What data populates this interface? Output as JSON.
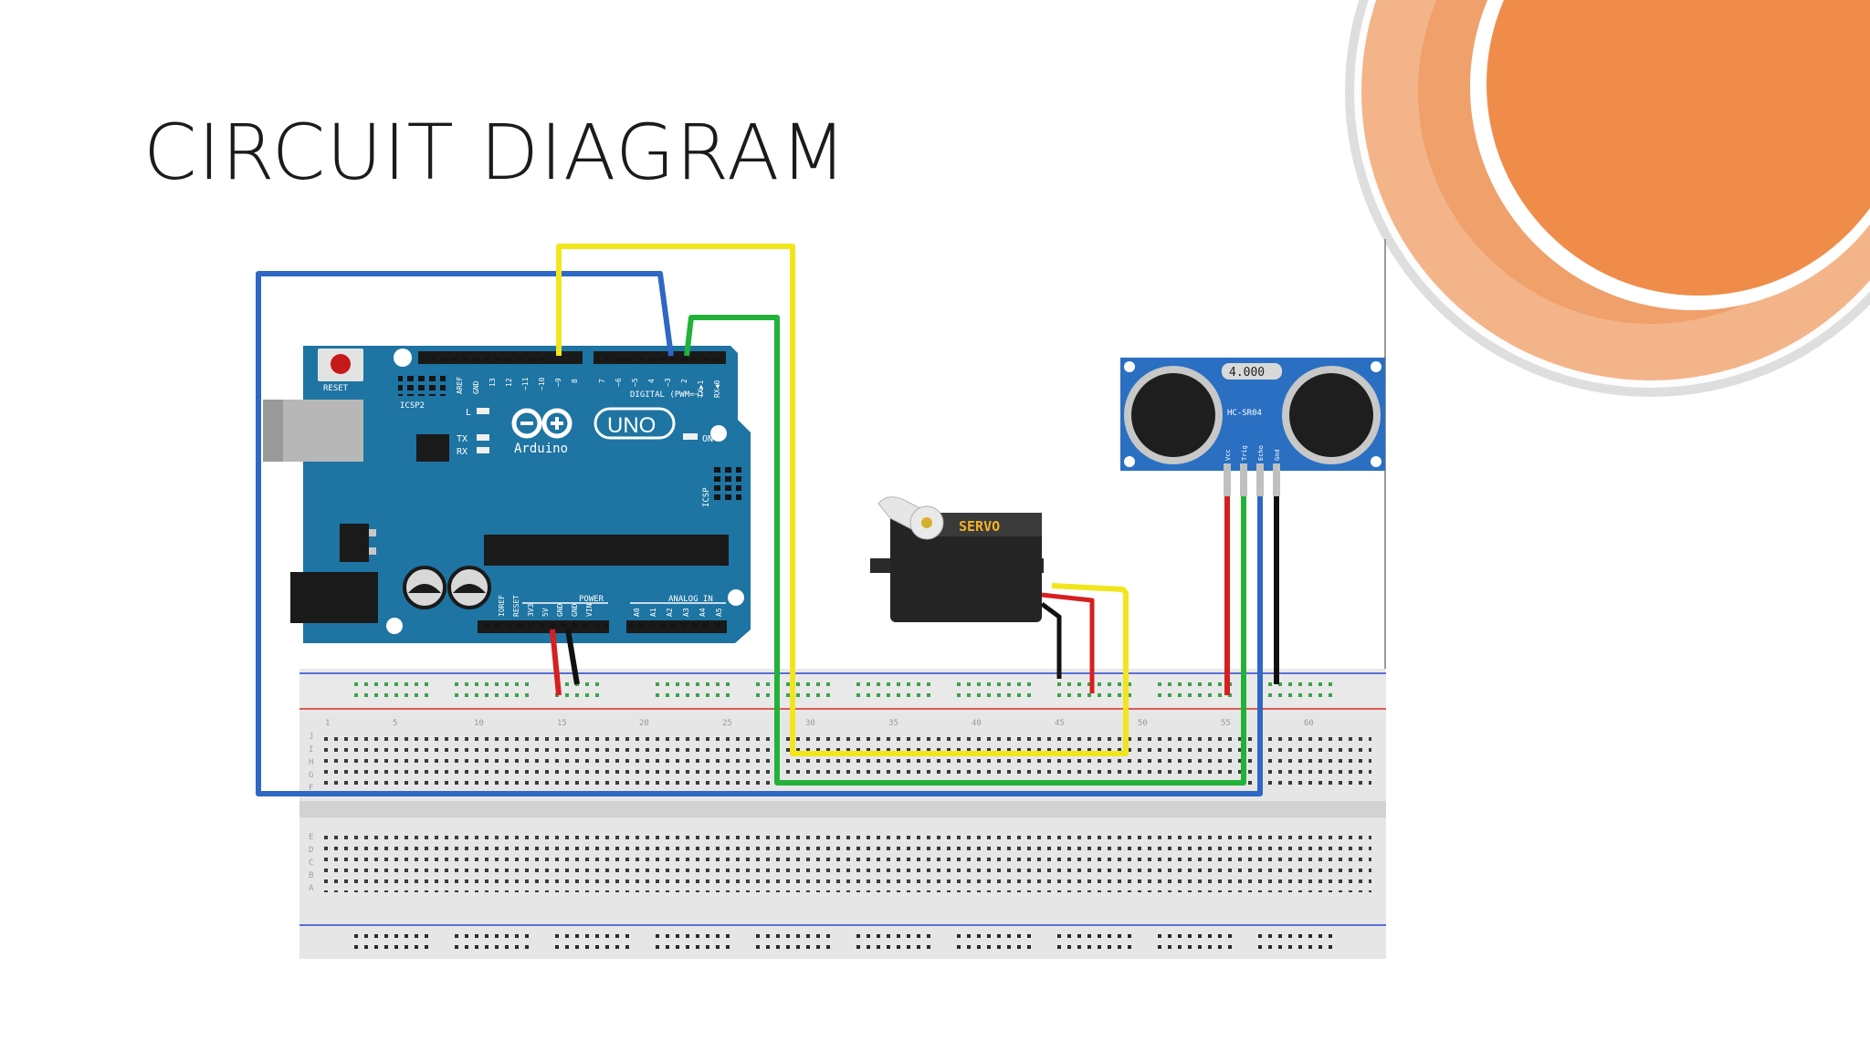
{
  "slide": {
    "title": "CIRCUIT DIAGRAM"
  },
  "colors": {
    "deco_outer": "#dedede",
    "deco_mid": "#f4b48a",
    "deco_inner": "#ef8c4a",
    "arduino_board": "#1e74a2",
    "sensor_board": "#2a6fc2",
    "wire_yellow": "#f2e51c",
    "wire_green": "#22b23a",
    "wire_blue": "#2f67c4",
    "wire_red": "#d61f1f",
    "wire_black": "#111111",
    "breadboard": "#e6e6e6"
  },
  "arduino": {
    "reset_label": "RESET",
    "icsp2_label": "ICSP2",
    "digital_label": "DIGITAL (PWM=~)",
    "uno_label": "UNO",
    "brand_label": "Arduino",
    "led_l": "L",
    "led_tx": "TX",
    "led_rx": "RX",
    "on_label": "ON",
    "icsp_label": "ICSP",
    "power_label": "POWER",
    "analog_label": "ANALOG IN",
    "top_pins": [
      "AREF",
      "GND",
      "13",
      "12",
      "~11",
      "~10",
      "~9",
      "8",
      "7",
      "~6",
      "~5",
      "4",
      "~3",
      "2",
      "TX▶1",
      "RX◀0"
    ],
    "power_pins": [
      "IOREF",
      "RESET",
      "3V3",
      "5V",
      "GND",
      "GND",
      "VIN"
    ],
    "analog_pins": [
      "A0",
      "A1",
      "A2",
      "A3",
      "A4",
      "A5"
    ]
  },
  "servo": {
    "label": "SERVO"
  },
  "sensor": {
    "display": "4.000",
    "model": "HC-SR04",
    "pins": [
      "Vcc",
      "Trig",
      "Echo",
      "Gnd"
    ]
  },
  "breadboard": {
    "col_numbers": [
      "1",
      "5",
      "10",
      "15",
      "20",
      "25",
      "30",
      "35",
      "40",
      "45",
      "50",
      "55",
      "60"
    ],
    "row_letters_top": [
      "J",
      "I",
      "H",
      "G",
      "F"
    ],
    "row_letters_bottom": [
      "E",
      "D",
      "C",
      "B",
      "A"
    ]
  }
}
